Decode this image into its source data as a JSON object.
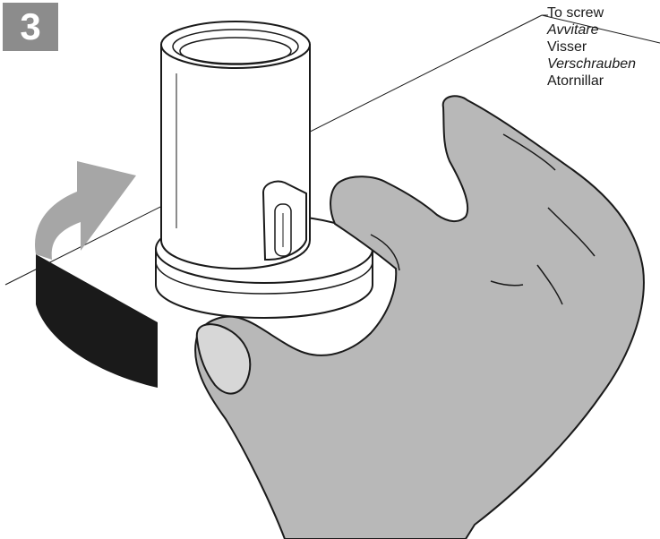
{
  "step": {
    "number": "3"
  },
  "instructions": [
    {
      "text": "To screw",
      "lang": "en",
      "italic": false
    },
    {
      "text": "Avvitare",
      "lang": "it",
      "italic": true
    },
    {
      "text": "Visser",
      "lang": "fr",
      "italic": false
    },
    {
      "text": "Verschrauben",
      "lang": "de",
      "italic": true
    },
    {
      "text": "Atornillar",
      "lang": "es",
      "italic": false
    }
  ],
  "colors": {
    "badge": "#8c8c8c",
    "hand": "#b8b8b8",
    "thumbnail": "#d7d7d7",
    "arrow_light": "#a6a6a6",
    "arrow_dark": "#1a1a1a",
    "outline": "#1a1a1a"
  },
  "icons": {
    "rotation_arrow": "clockwise-rotation-arrow-icon"
  }
}
